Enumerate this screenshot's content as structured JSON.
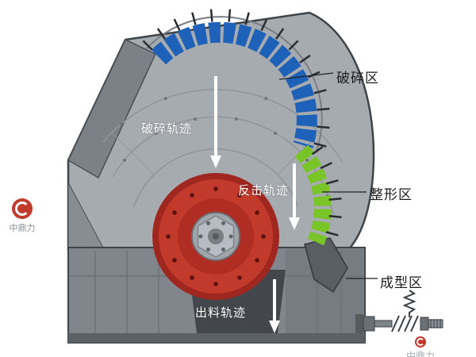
{
  "diagram": {
    "zone_labels": {
      "crushing": "破碎区",
      "shaping": "整形区",
      "forming": "成型区"
    },
    "trajectory_labels": {
      "crushing": "破碎轨迹",
      "rebound": "反击轨迹",
      "discharge": "出料轨迹"
    }
  },
  "watermark": {
    "brand": "中鼎力"
  },
  "colors": {
    "rotor_red": "#c23a2c",
    "liner_blue": "#1d61b8",
    "liner_green": "#79c426",
    "body_gray": "#a6abb0"
  }
}
